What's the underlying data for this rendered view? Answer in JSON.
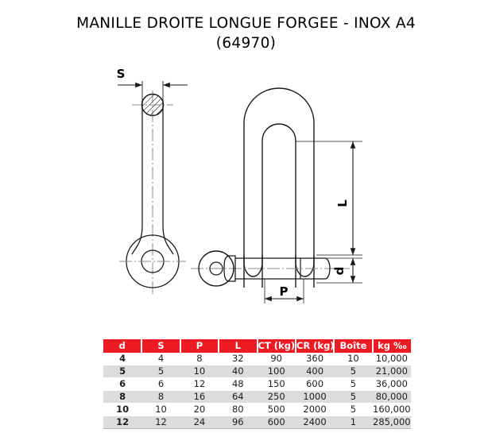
{
  "title": {
    "line1": "MANILLE DROITE LONGUE FORGEE - INOX A4",
    "line2": "(64970)"
  },
  "drawing": {
    "labels": {
      "s": "S",
      "p": "P",
      "l": "L",
      "d": "d"
    },
    "colors": {
      "line": "#1a1a1a",
      "centerline": "#8c8c8c",
      "dimension": "#1a1a1a"
    }
  },
  "table": {
    "accent_color": "#ed1b24",
    "stripe_color": "#dcdcdc",
    "headers": [
      "d",
      "S",
      "P",
      "L",
      "CT (kg)",
      "CR (kg)",
      "Boîte",
      "kg ‰"
    ],
    "rows": [
      [
        "4",
        "4",
        "8",
        "32",
        "90",
        "360",
        "10",
        "10,000"
      ],
      [
        "5",
        "5",
        "10",
        "40",
        "100",
        "400",
        "5",
        "21,000"
      ],
      [
        "6",
        "6",
        "12",
        "48",
        "150",
        "600",
        "5",
        "36,000"
      ],
      [
        "8",
        "8",
        "16",
        "64",
        "250",
        "1000",
        "5",
        "80,000"
      ],
      [
        "10",
        "10",
        "20",
        "80",
        "500",
        "2000",
        "5",
        "160,000"
      ],
      [
        "12",
        "12",
        "24",
        "96",
        "600",
        "2400",
        "1",
        "285,000"
      ]
    ]
  }
}
